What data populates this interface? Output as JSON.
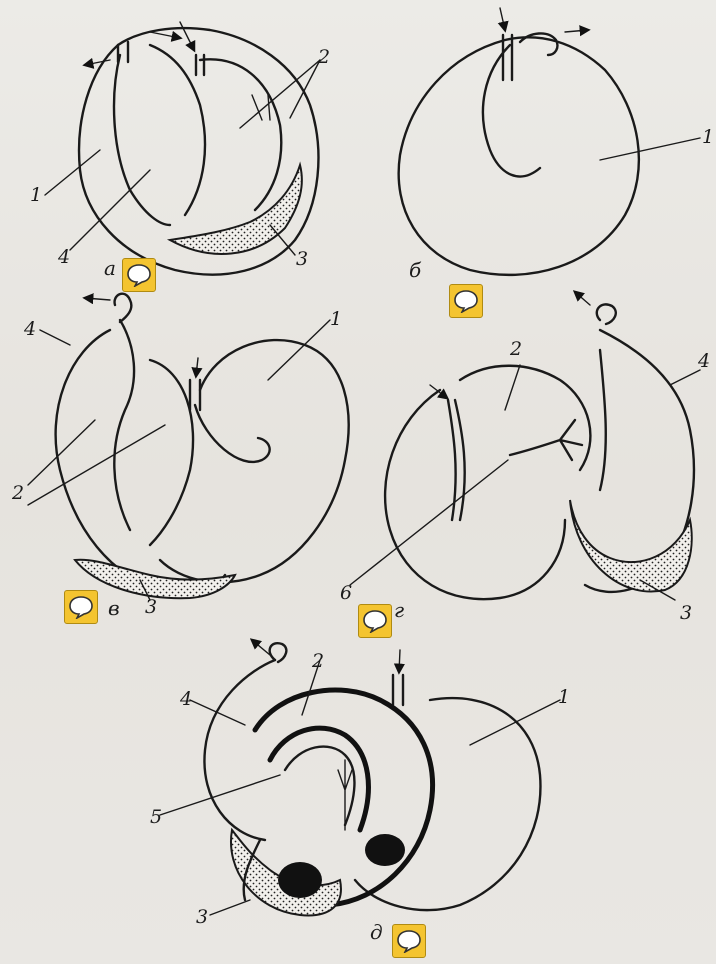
{
  "panels": {
    "a": {
      "caption": "а",
      "labels": {
        "l1": "1",
        "l2": "2",
        "l3": "3",
        "l4": "4"
      }
    },
    "b": {
      "caption": "б",
      "labels": {
        "l1": "1"
      }
    },
    "v": {
      "caption": "в",
      "labels": {
        "l1": "1",
        "l2": "2",
        "l3": "3",
        "l4": "4"
      }
    },
    "g": {
      "caption": "г",
      "labels": {
        "l2": "2",
        "l3": "3",
        "l4": "4",
        "l6": "6"
      }
    },
    "d": {
      "caption": "д",
      "labels": {
        "l1": "1",
        "l2": "2",
        "l3": "3",
        "l4": "4",
        "l5": "5"
      }
    }
  },
  "comment_icon": "speech-bubble-icon",
  "colors": {
    "comment_bg": "#f4c430",
    "ink": "#1a1a1a"
  }
}
